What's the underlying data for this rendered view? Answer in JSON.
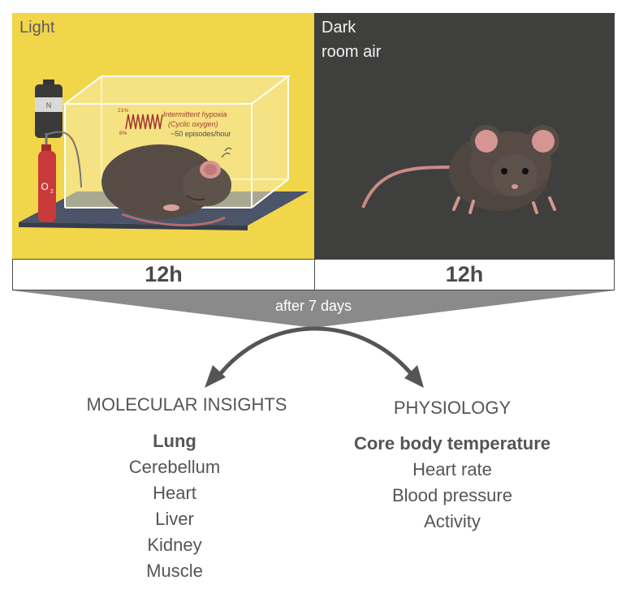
{
  "light_panel": {
    "label": "Light",
    "duration": "12h",
    "chamber": {
      "o2_high": "21%",
      "o2_low": "8%",
      "line1": "Intermittent hypoxia",
      "line2": "(Cyclic oxygen)",
      "line3": "~50 episodes/hour"
    },
    "n2_label": "N",
    "o2_label": "O",
    "o2_subscript": "2"
  },
  "dark_panel": {
    "label_line1": "Dark",
    "label_line2": "room air",
    "duration": "12h"
  },
  "transition": "after 7 days",
  "molecular": {
    "heading": "MOLECULAR INSIGHTS",
    "items": [
      "Lung",
      "Cerebellum",
      "Heart",
      "Liver",
      "Kidney",
      "Muscle"
    ]
  },
  "physiology": {
    "heading": "PHYSIOLOGY",
    "items": [
      "Core body temperature",
      "Heart rate",
      "Blood pressure",
      "Activity"
    ]
  },
  "colors": {
    "light_bg": "#f2d64a",
    "dark_bg": "#3f3f3e",
    "funnel": "#8a8a8a",
    "arrow": "#555555",
    "text": "#555555"
  }
}
